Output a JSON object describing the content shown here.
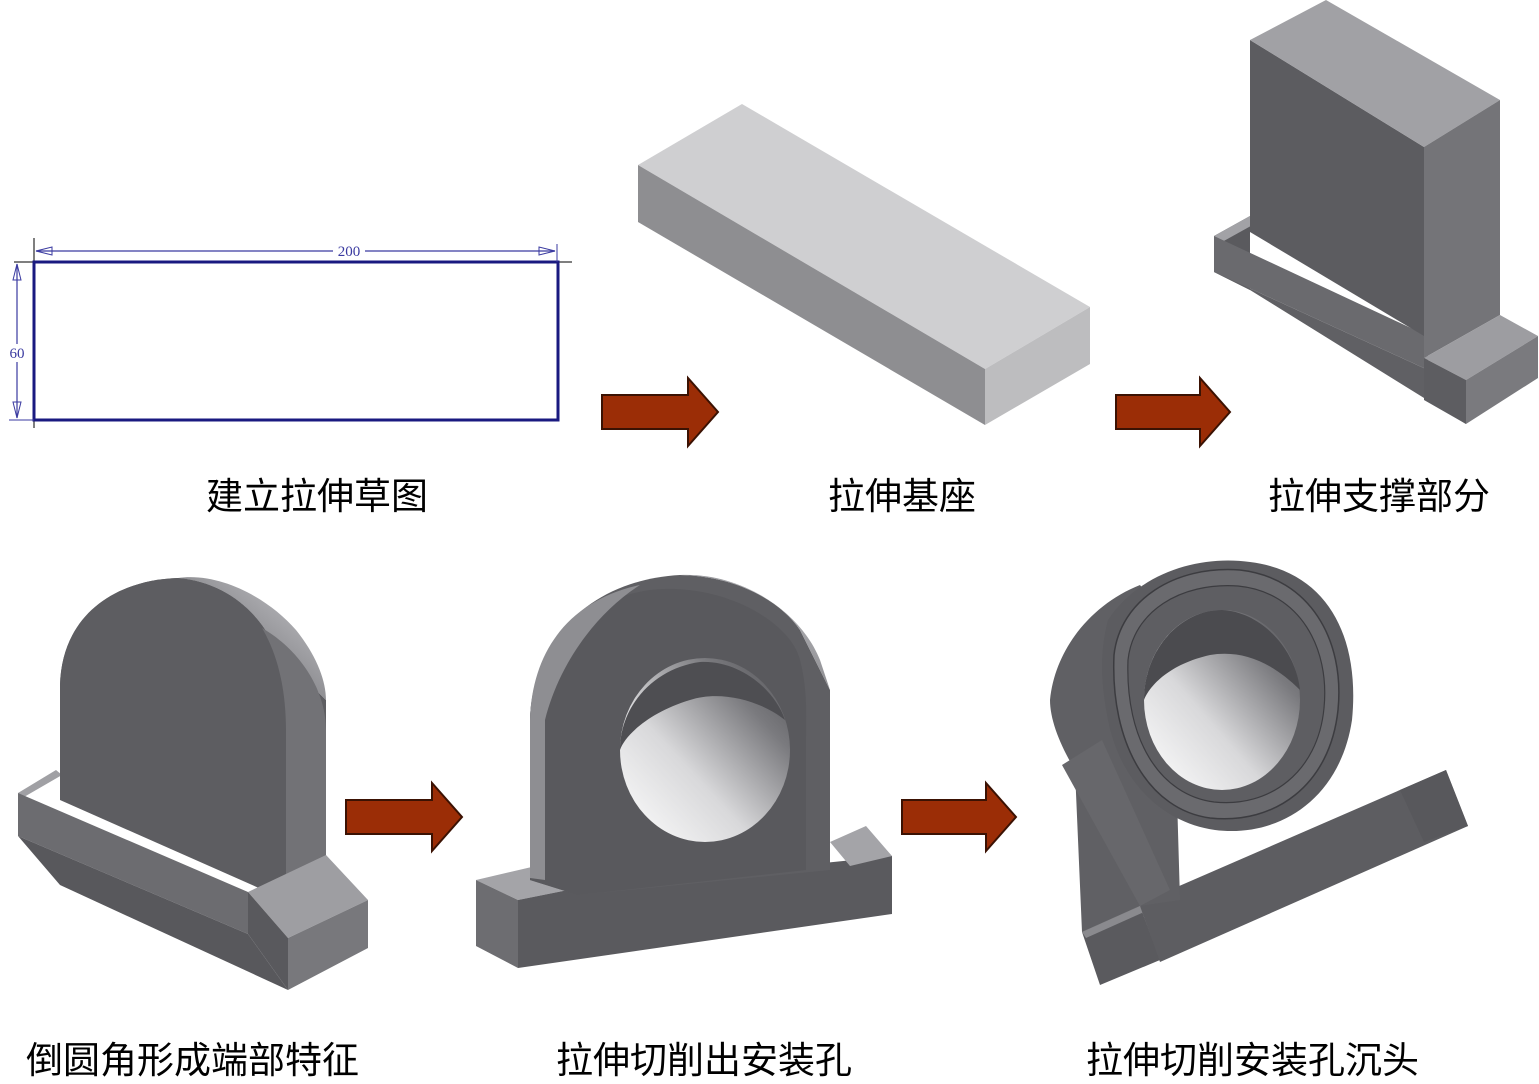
{
  "steps": [
    {
      "caption": "建立拉伸草图"
    },
    {
      "caption": "拉伸基座"
    },
    {
      "caption": "拉伸支撑部分"
    },
    {
      "caption": "倒圆角形成端部特征"
    },
    {
      "caption": "拉伸切削出安装孔"
    },
    {
      "caption": "拉伸切削安装孔沉头"
    }
  ],
  "sketch": {
    "width_label": "200",
    "height_label": "60"
  },
  "colors": {
    "arrow": "#9b2d06",
    "sketch_line": "#1a1a80"
  }
}
